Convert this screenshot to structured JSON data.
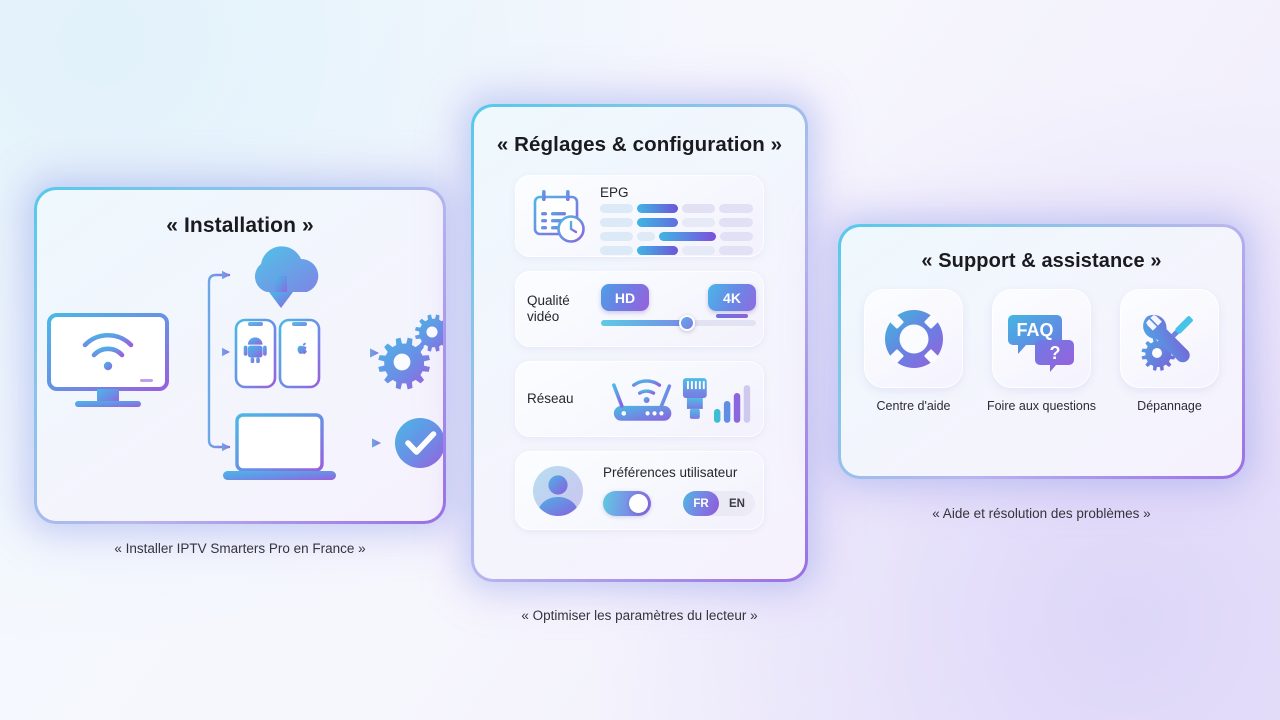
{
  "theme": {
    "cyan": "#55c8ea",
    "blue": "#5b8fe0",
    "violet": "#7b7ee5",
    "purple": "#9a5fdc",
    "text": "#1b1b1f"
  },
  "cards": {
    "install": {
      "title": "« Installation »",
      "caption": "« Installer IPTV Smarters Pro en France »",
      "icons": {
        "tv": "tv-wifi-icon",
        "cloud": "cloud-download-icon",
        "android": "android-phone-icon",
        "apple": "apple-phone-icon",
        "gears": "gears-icon",
        "laptop": "laptop-icon",
        "check": "check-circle-icon"
      }
    },
    "settings": {
      "title": "« Réglages & configuration »",
      "caption": "« Optimiser les paramètres du lecteur »",
      "rows": {
        "epg": {
          "label": "EPG",
          "icon": "calendar-clock-icon",
          "bars": [
            [
              {
                "w": 22,
                "c": "pale"
              },
              {
                "w": 26,
                "c": "accent"
              },
              {
                "w": 21,
                "c": "pale"
              },
              {
                "w": 21,
                "c": "pale"
              }
            ],
            [
              {
                "w": 22,
                "c": "pale"
              },
              {
                "w": 26,
                "c": "accent"
              },
              {
                "w": 21,
                "c": "pale"
              },
              {
                "w": 21,
                "c": "pale"
              }
            ],
            [
              {
                "w": 22,
                "c": "pale"
              },
              {
                "w": 12,
                "c": "pale"
              },
              {
                "w": 35,
                "c": "accent"
              },
              {
                "w": 21,
                "c": "pale"
              }
            ],
            [
              {
                "w": 22,
                "c": "pale"
              },
              {
                "w": 26,
                "c": "accent"
              },
              {
                "w": 21,
                "c": "pale"
              },
              {
                "w": 21,
                "c": "pale"
              }
            ]
          ]
        },
        "quality": {
          "label": "Qualité\nvidéo",
          "label_line1": "Qualité",
          "label_line2": "vidéo",
          "badge_hd": "HD",
          "badge_4k": "4K",
          "slider_value": 54
        },
        "network": {
          "label": "Réseau",
          "icons": [
            "router-wifi-icon",
            "ethernet-plug-icon",
            "signal-bars-icon"
          ]
        },
        "preferences": {
          "label": "Préférences utilisateur",
          "icon": "user-avatar-icon",
          "toggle_state": "on",
          "lang_active": "FR",
          "lang_inactive": "EN"
        }
      }
    },
    "support": {
      "title": "« Support & assistance »",
      "caption": "« Aide et résolution des problèmes »",
      "tiles": [
        {
          "label": "Centre d'aide",
          "icon": "lifebuoy-icon"
        },
        {
          "label": "Foire aux questions",
          "icon": "faq-bubbles-icon",
          "badge_text": "FAQ",
          "badge_mark": "?"
        },
        {
          "label": "Dépannage",
          "icon": "wrench-screwdriver-icon"
        }
      ]
    }
  }
}
